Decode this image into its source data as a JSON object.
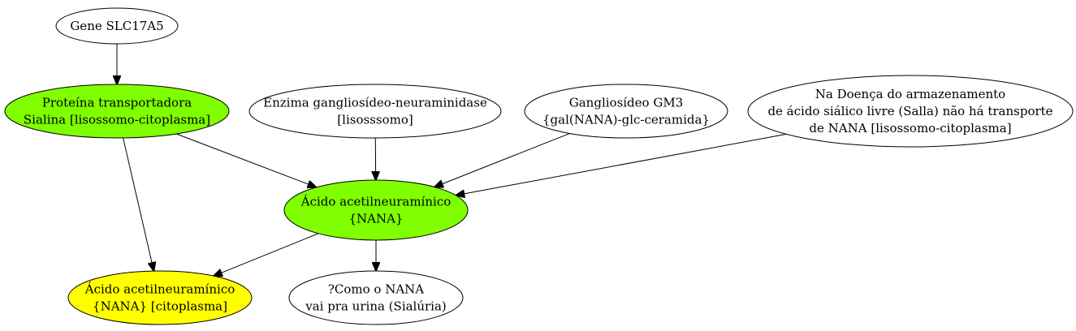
{
  "colors": {
    "green": "#7fff00",
    "yellow": "#ffff00",
    "white": "#ffffff"
  },
  "nodes": {
    "gene": {
      "lines": [
        "Gene SLC17A5"
      ],
      "fill": "white"
    },
    "transportadora": {
      "lines": [
        "Proteína transportadora",
        "Sialina [lisossomo-citoplasma]"
      ],
      "fill": "green"
    },
    "enzima": {
      "lines": [
        "Enzima gangliosídeo-neuraminidase",
        "[lisosssomo]"
      ],
      "fill": "white"
    },
    "gm3": {
      "lines": [
        "Gangliosídeo GM3",
        "{gal(NANA)-glc-ceramida}"
      ],
      "fill": "white"
    },
    "salla": {
      "lines": [
        "Na Doença do armazenamento",
        "de ácido siálico livre (Salla) não há transporte",
        "de NANA [lisossomo-citoplasma]"
      ],
      "fill": "white"
    },
    "nana": {
      "lines": [
        "Ácido acetilneuramínico",
        "{NANA}"
      ],
      "fill": "green"
    },
    "nana_cito": {
      "lines": [
        "Ácido acetilneuramínico",
        "{NANA} [citoplasma]"
      ],
      "fill": "yellow"
    },
    "urina": {
      "lines": [
        "?Como o NANA",
        "vai pra urina (Sialúria)"
      ],
      "fill": "white"
    }
  },
  "edges": [
    {
      "from": "gene",
      "to": "transportadora"
    },
    {
      "from": "transportadora",
      "to": "nana"
    },
    {
      "from": "transportadora",
      "to": "nana_cito"
    },
    {
      "from": "enzima",
      "to": "nana"
    },
    {
      "from": "gm3",
      "to": "nana"
    },
    {
      "from": "salla",
      "to": "nana"
    },
    {
      "from": "nana",
      "to": "nana_cito"
    },
    {
      "from": "nana",
      "to": "urina"
    }
  ]
}
